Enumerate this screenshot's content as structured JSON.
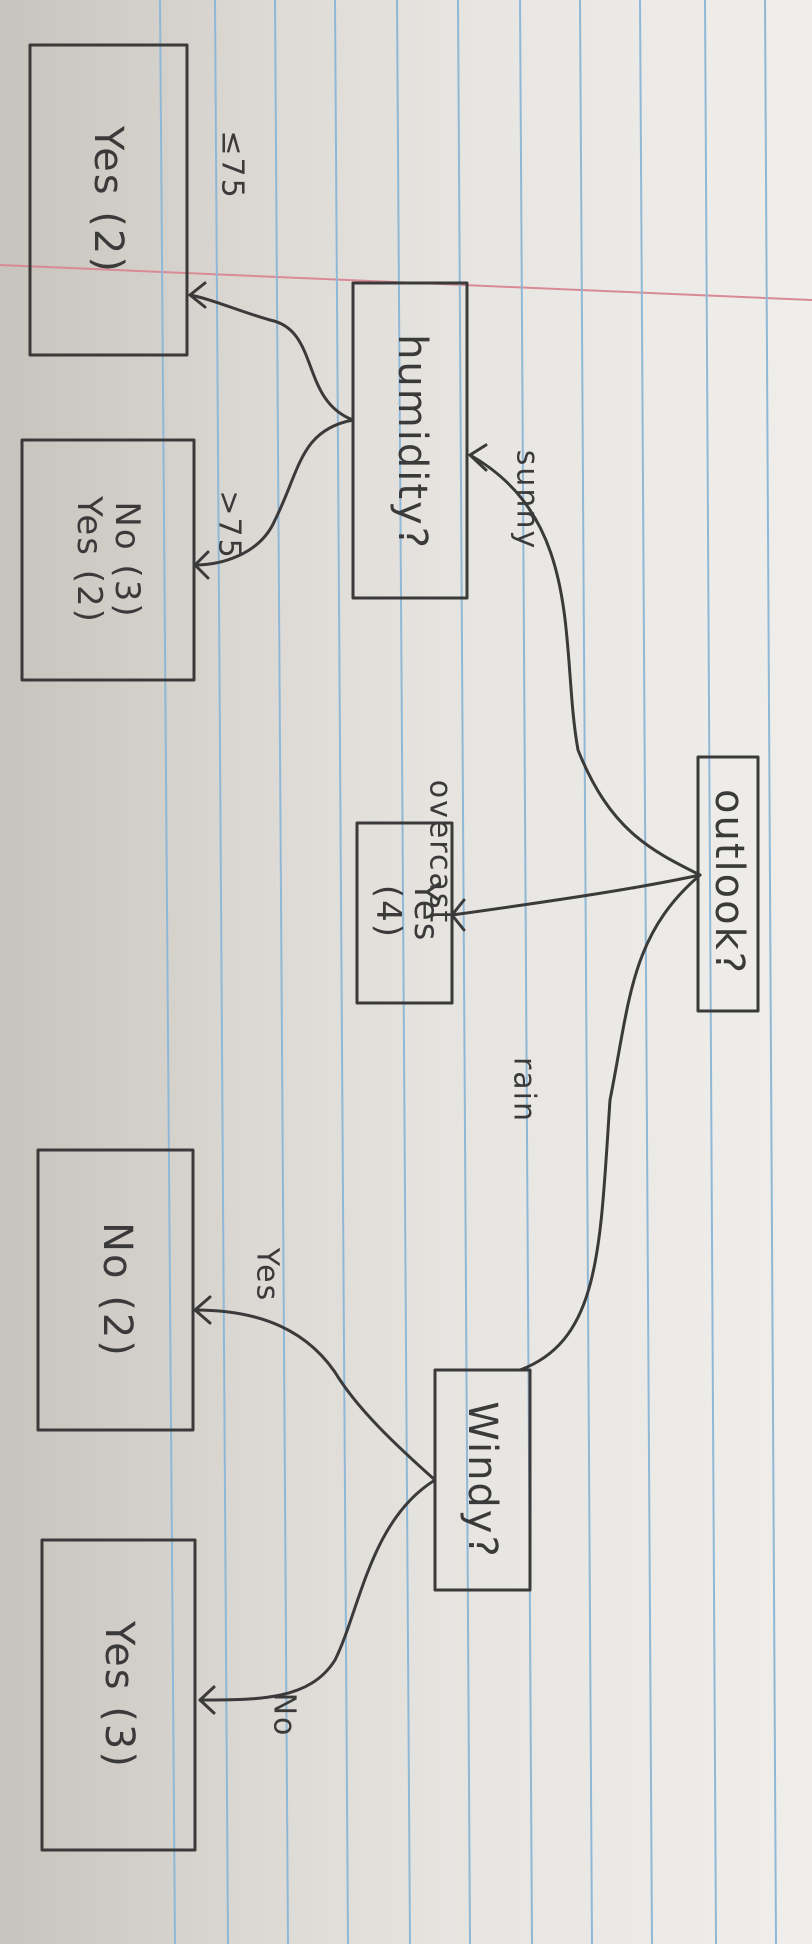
{
  "diagram": {
    "nodes": {
      "outlook": "outlook?",
      "humidity": "humidity?",
      "yes_overcast": [
        "Yes",
        "(4)"
      ],
      "windy": "Windy?",
      "yes_2": "Yes (2)",
      "no_yes_mix": [
        "No (3)",
        "Yes (2)"
      ],
      "no_2": "No (2)",
      "yes_3": "Yes (3)"
    },
    "edges": {
      "sunny": "sunny",
      "overcast": "overcast",
      "rain": "rain",
      "le75": "≤75",
      "gt75": ">75",
      "windy_yes": "Yes",
      "windy_no": "No"
    }
  },
  "colors": {
    "ink": "#3b3a3a",
    "rule_blue": "#8fb8d6",
    "margin_red": "#d98a95"
  }
}
